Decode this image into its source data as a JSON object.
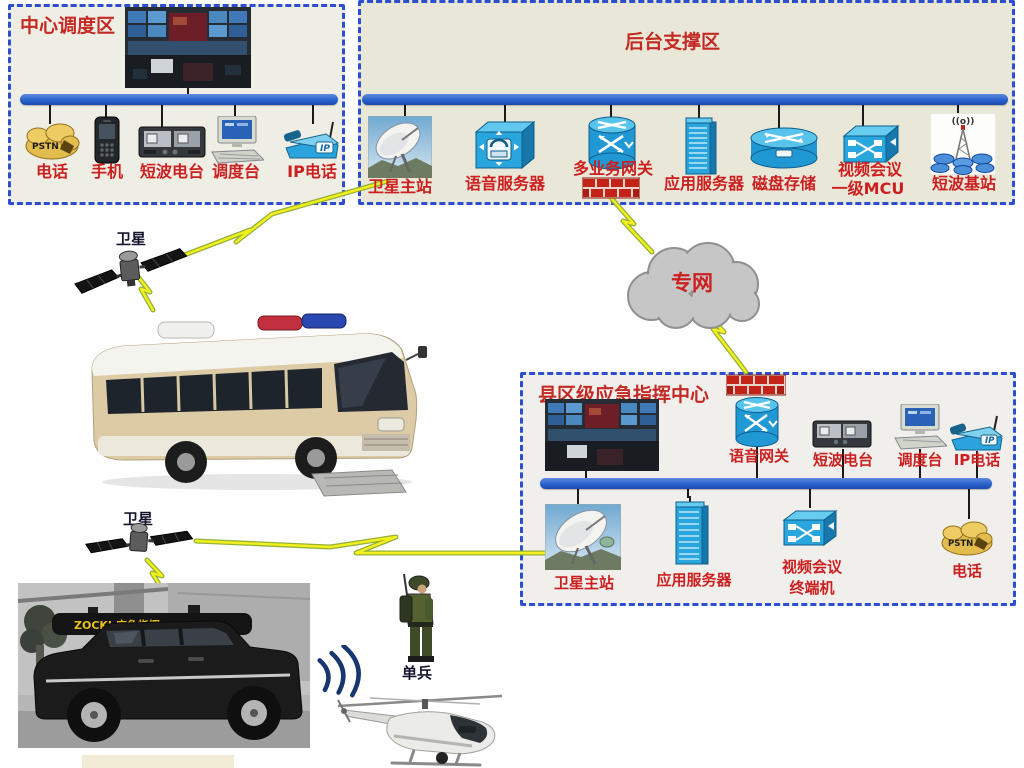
{
  "zones": {
    "center_dispatch": {
      "title": "中心调度区",
      "devices": {
        "phone": "电话",
        "mobile": "手机",
        "shortwave_radio": "短波电台",
        "dispatch_console": "调度台",
        "ip_phone": "IP电话"
      }
    },
    "backend_support": {
      "title": "后台支撑区",
      "devices": {
        "satellite_master": "卫星主站",
        "voice_server": "语音服务器",
        "multiservice_gateway": "多业务网关",
        "app_server": "应用服务器",
        "disk_storage": "磁盘存储",
        "mcu_line1": "视频会议",
        "mcu_line2": "一级MCU",
        "shortwave_base": "短波基站"
      }
    },
    "county_center": {
      "title": "县区级应急指挥中心",
      "devices": {
        "voice_gateway": "语音网关",
        "shortwave_radio": "短波电台",
        "dispatch_console": "调度台",
        "ip_phone": "IP电话",
        "satellite_master": "卫星主站",
        "app_server": "应用服务器",
        "vc_terminal_line1": "视频会议",
        "vc_terminal_line2": "终端机",
        "phone": "电话"
      }
    }
  },
  "nodes": {
    "satellite_top": "卫星",
    "satellite_bottom": "卫星",
    "private_network": "专网",
    "soldier": "单兵"
  },
  "icons": {
    "pstn": "PSTN",
    "ip": "IP",
    "antenna_signal": "((o))",
    "suv_roof_text": "ZOCKJ 应急指挥"
  },
  "colors": {
    "bus_bar": "#2a62cc",
    "box_border": "#2b4fd0",
    "label_red": "#cc2020",
    "lightning": "#f4f01e",
    "device_cyan": "#29a5dd",
    "cloud_gray": "#c6c6c6"
  }
}
